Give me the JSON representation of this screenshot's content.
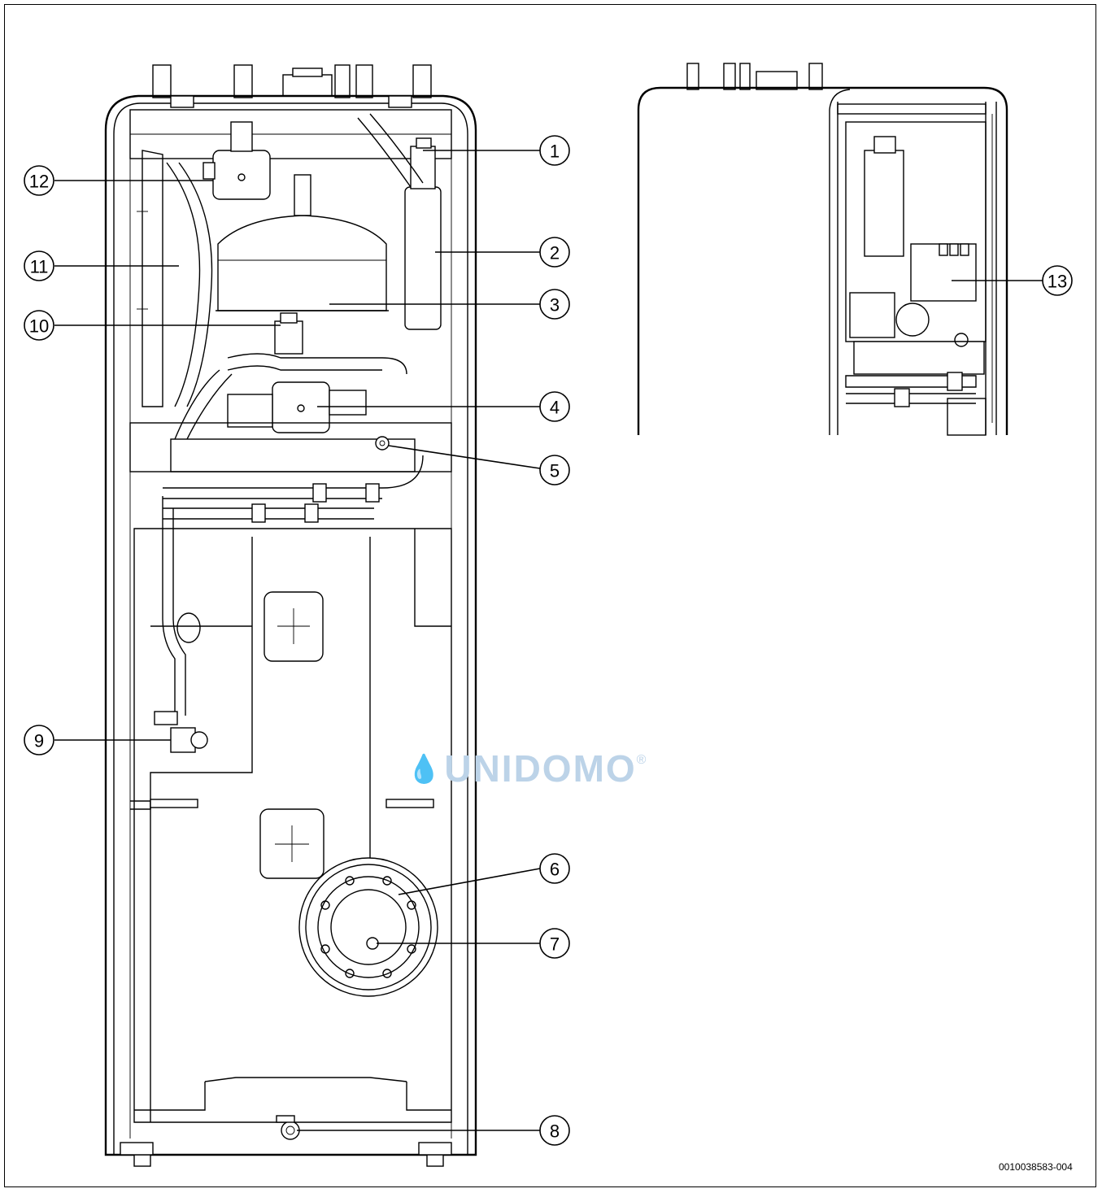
{
  "callouts": [
    {
      "num": "1"
    },
    {
      "num": "2"
    },
    {
      "num": "3"
    },
    {
      "num": "4"
    },
    {
      "num": "5"
    },
    {
      "num": "6"
    },
    {
      "num": "7"
    },
    {
      "num": "8"
    },
    {
      "num": "9"
    },
    {
      "num": "10"
    },
    {
      "num": "11"
    },
    {
      "num": "12"
    },
    {
      "num": "13"
    }
  ],
  "watermark": {
    "brand": "UNIDOMO",
    "symbol": "®",
    "drop_icon": "water-drop-icon"
  },
  "figure_id": "0010038583-004"
}
